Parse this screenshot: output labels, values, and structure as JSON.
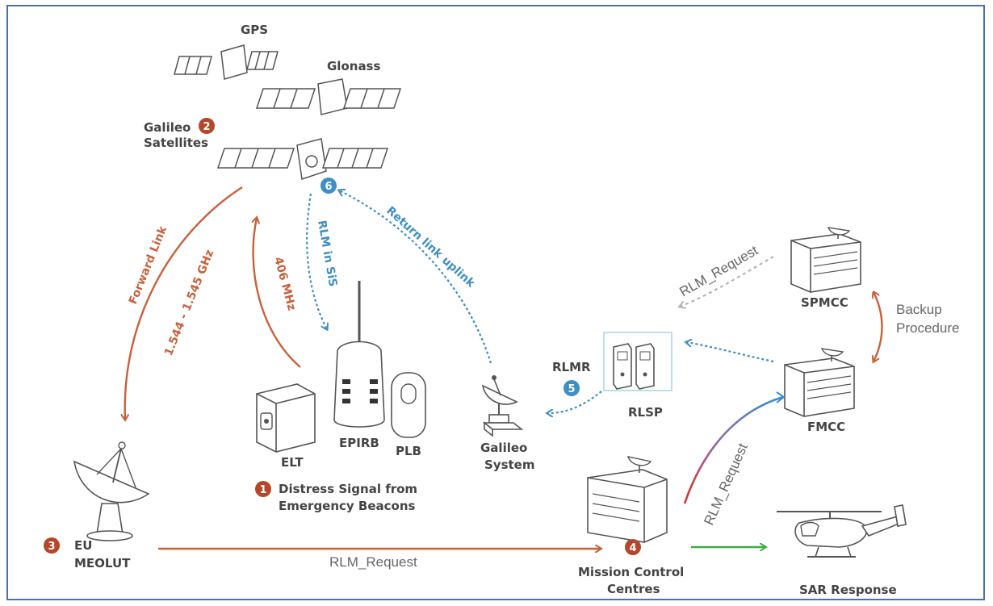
{
  "labels": {
    "gps": "GPS",
    "glonass": "Glonass",
    "galileo_satellites_1": "Galileo",
    "galileo_satellites_2": "Satellites",
    "forward_link": "Forward Link",
    "forward_freq": "1.544 - 1.545 GHz",
    "mhz_406": "406 MHz",
    "rlm_in_sis": "RLM in SiS",
    "return_link_uplink": "Return link uplink",
    "rlm_request_spmcc": "RLM_Request",
    "spmcc": "SPMCC",
    "backup_1": "Backup",
    "backup_2": "Procedure",
    "rlmr": "RLMR",
    "rlsp": "RLSP",
    "fmcc": "FMCC",
    "rlm_request_fmcc": "RLM_Request",
    "elt": "ELT",
    "epirb": "EPIRB",
    "plb": "PLB",
    "galileo_system_1": "Galileo",
    "galileo_system_2": "System",
    "distress_1": "Distress Signal from",
    "distress_2": "Emergency Beacons",
    "eu": "EU",
    "meolut": "MEOLUT",
    "rlm_request_bottom": "RLM_Request",
    "mcc_1": "Mission Control",
    "mcc_2": "Centres",
    "sar_response": "SAR Response"
  },
  "badges": {
    "b1": "1",
    "b2": "2",
    "b3": "3",
    "b4": "4",
    "b5": "5",
    "b6": "6"
  },
  "colors": {
    "orange": "#c8603a",
    "blue": "#3d8fc4",
    "gray": "#b5b5b5",
    "green": "#3fae49",
    "frame": "#4a6fb5"
  }
}
